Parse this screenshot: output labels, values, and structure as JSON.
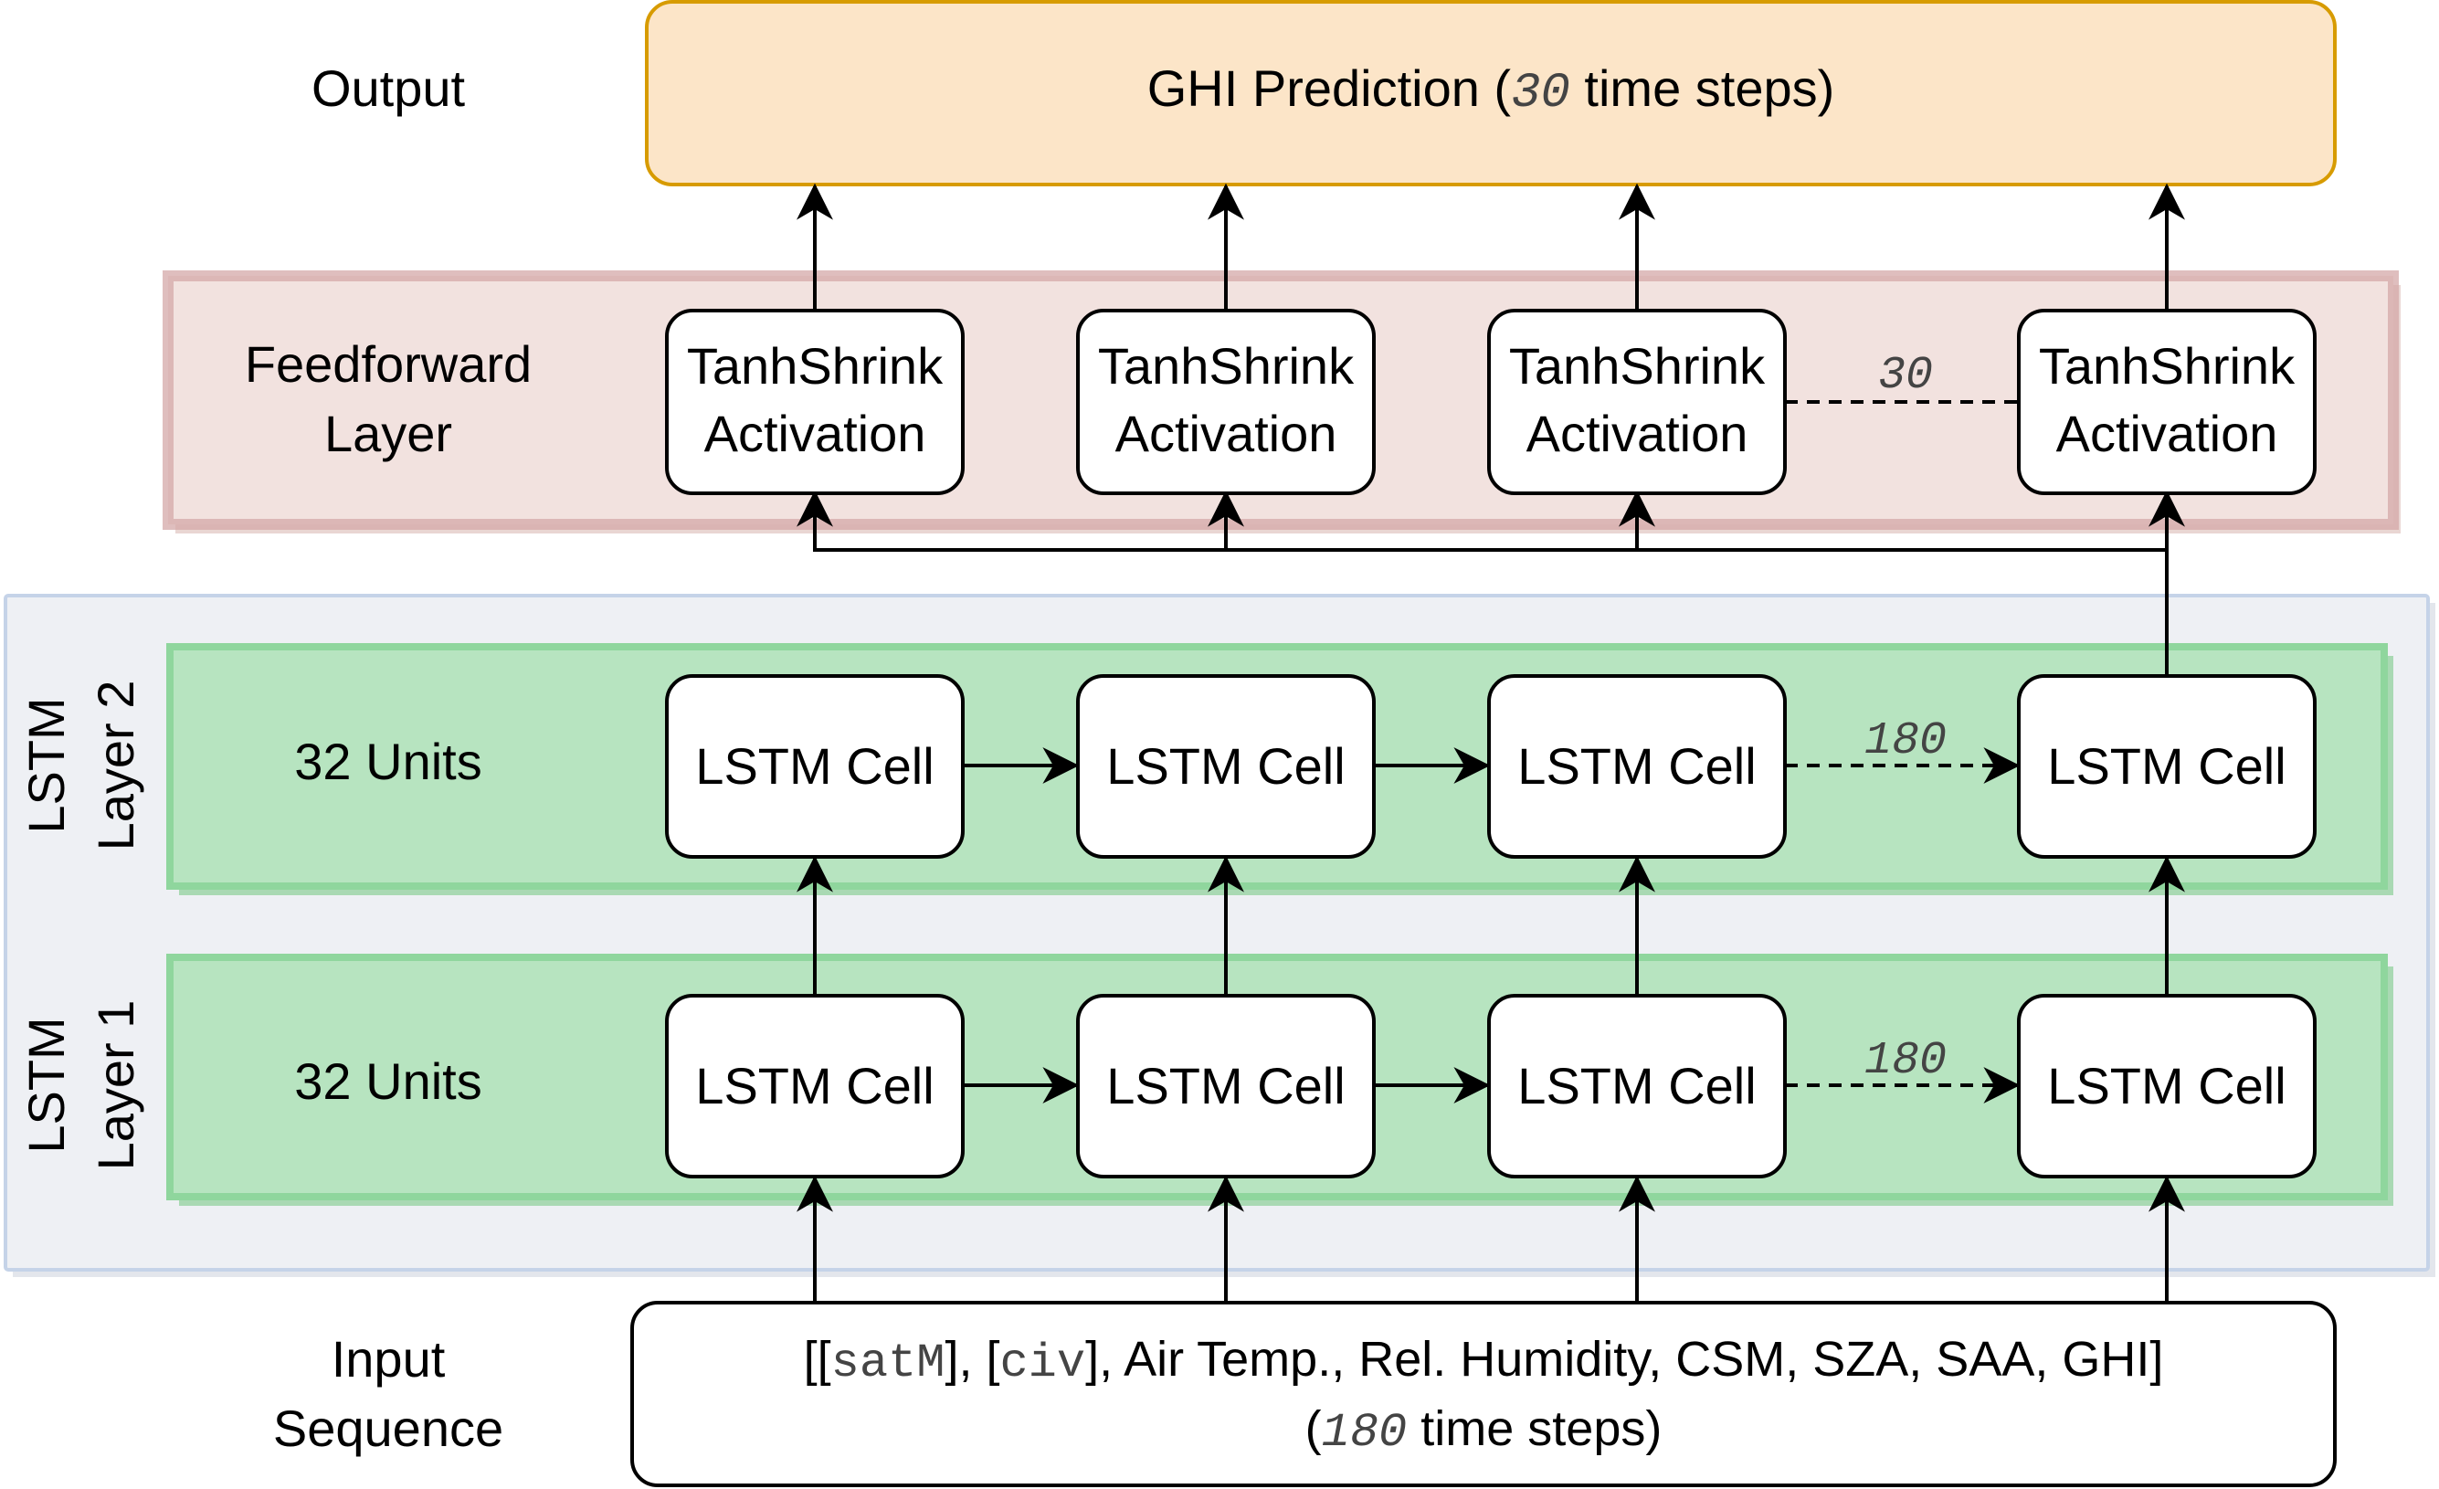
{
  "colors": {
    "output_fill": "#fce5c8",
    "output_stroke": "#d79b00",
    "ff_fill": "#f2e2df",
    "ff_stroke": "#d4a8a8",
    "lstm_block_fill": "#eef0f4",
    "lstm_block_stroke": "#c5d3e8",
    "lstm_layer_fill": "#b7e4c0",
    "lstm_layer_stroke": "#8fd69d",
    "cell_fill": "#ffffff",
    "line": "#000000"
  },
  "labels": {
    "output": "Output",
    "feedforward_line1": "Feedforward",
    "feedforward_line2": "Layer",
    "input_line1": "Input",
    "input_line2": "Sequence",
    "layer2_line1": "LSTM",
    "layer2_line2": "Layer 2",
    "layer1_line1": "LSTM",
    "layer1_line2": "Layer 1",
    "units_layer2": "32 Units",
    "units_layer1": "32 Units"
  },
  "output_box": {
    "text_before": "GHI Prediction (",
    "steps": "30",
    "text_after": " time steps)"
  },
  "feedforward": {
    "cell_line1": "TanhShrink",
    "cell_line2": "Activation",
    "count_label": "30"
  },
  "lstm": {
    "cell_label": "LSTM Cell",
    "count_label_layer2": "180",
    "count_label_layer1": "180"
  },
  "input_box": {
    "open": "[[",
    "sat": "satM",
    "mid1": "], [",
    "civ": "civ",
    "rest": "], Air Temp., Rel. Humidity, CSM, SZA, SAA, GHI]",
    "line2_open": "(",
    "steps": "180",
    "line2_close": " time steps)"
  }
}
